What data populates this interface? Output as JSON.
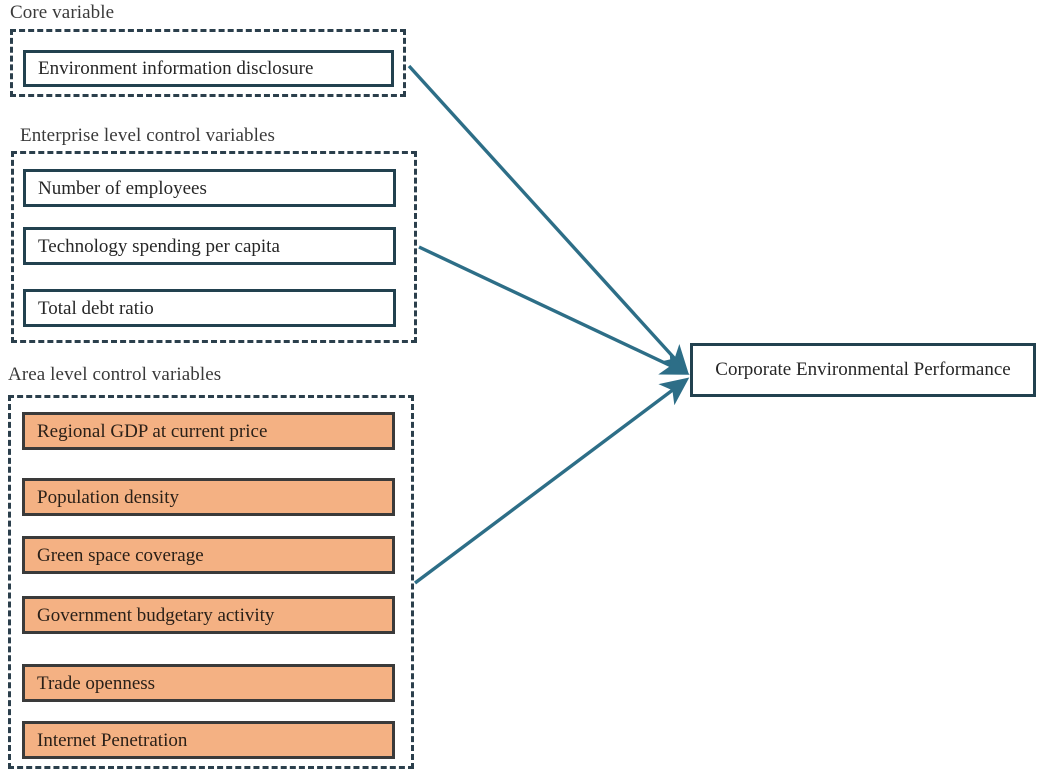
{
  "diagram": {
    "title_hidden": "",
    "accent_arrow_color": "#2d6e87",
    "filled_box_color": "#f4b183",
    "box_border_color": "#22414f",
    "dashed_border_color": "#2b3f4c"
  },
  "groups": [
    {
      "id": "core",
      "label": "Core variable",
      "items": [
        {
          "label": "Environment information disclosure",
          "filled": false
        }
      ]
    },
    {
      "id": "enterprise",
      "label": "Enterprise level control variables",
      "items": [
        {
          "label": "Number of employees",
          "filled": false
        },
        {
          "label": "Technology spending per capita",
          "filled": false
        },
        {
          "label": "Total debt ratio",
          "filled": false
        }
      ]
    },
    {
      "id": "area",
      "label": "Area level control variables",
      "items": [
        {
          "label": "Regional GDP at current  price",
          "filled": true
        },
        {
          "label": "Population density",
          "filled": true
        },
        {
          "label": "Green space coverage",
          "filled": true
        },
        {
          "label": "Government budgetary activity",
          "filled": true
        },
        {
          "label": "Trade openness",
          "filled": true
        },
        {
          "label": "Internet  Penetration",
          "filled": true
        }
      ]
    }
  ],
  "outcome": {
    "label": "Corporate Environmental  Performance"
  },
  "arrows": [
    {
      "from": "core",
      "to": "outcome"
    },
    {
      "from": "enterprise",
      "to": "outcome"
    },
    {
      "from": "area",
      "to": "outcome"
    }
  ]
}
